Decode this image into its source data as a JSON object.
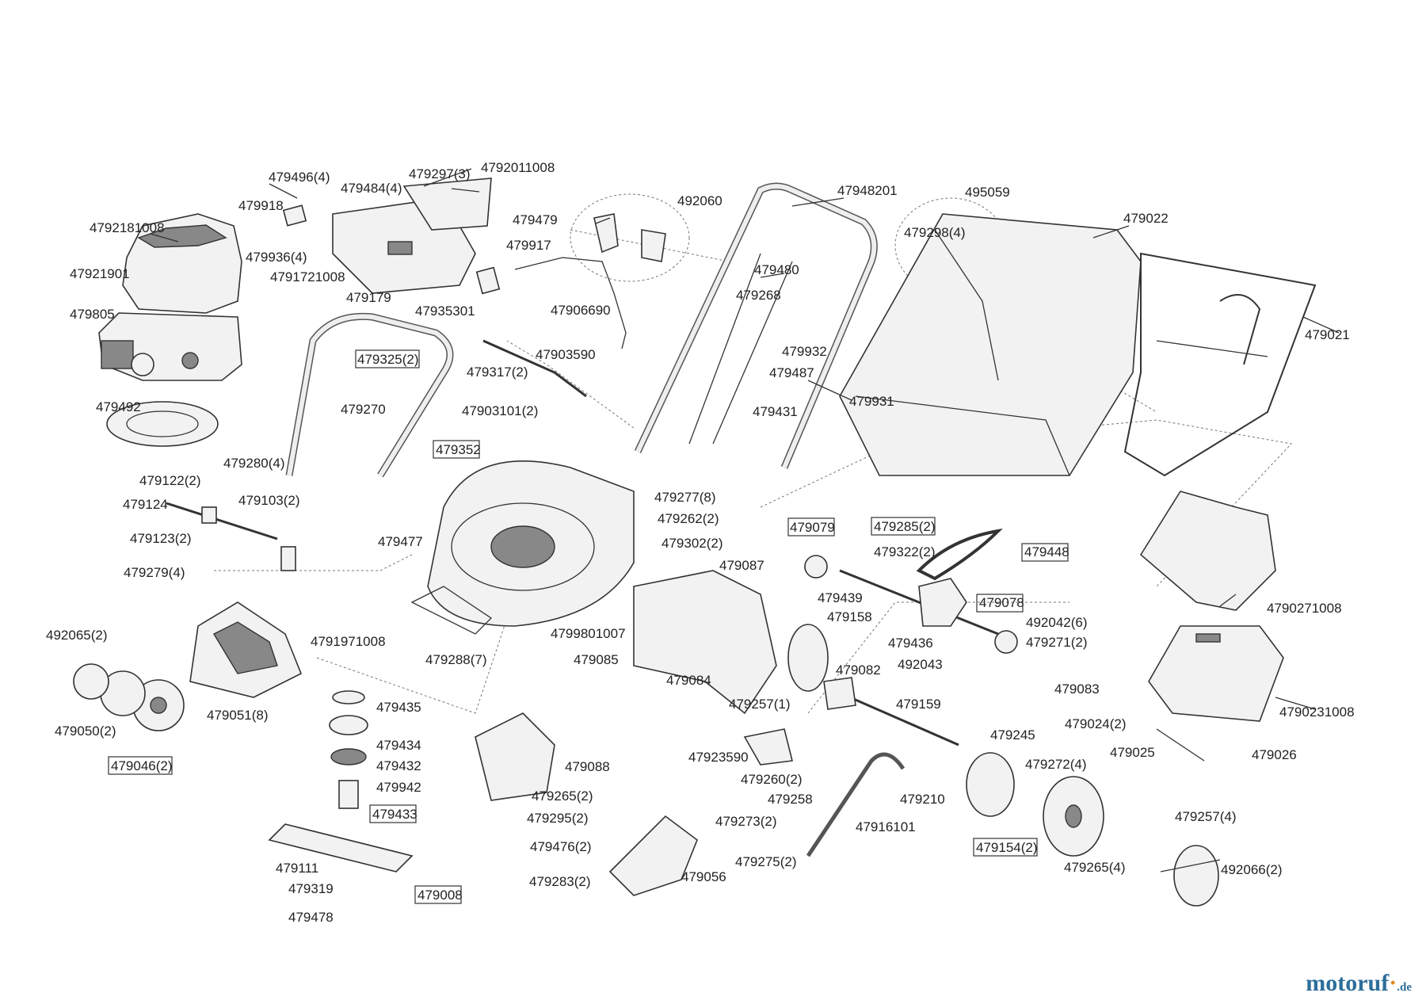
{
  "labels": {
    "p4792181008": "4792181008",
    "p47921901": "47921901",
    "p479805": "479805",
    "p479492": "479492",
    "p479496_4": "479496(4)",
    "p479918": "479918",
    "p479484_4": "479484(4)",
    "p479297_3": "479297(3)",
    "p4792011008": "4792011008",
    "p479936_4": "479936(4)",
    "p4791721008": "4791721008",
    "p479917": "479917",
    "p479479": "479479",
    "p492060": "492060",
    "p47906690": "47906690",
    "p479179": "479179",
    "p47935301": "47935301",
    "p479325_2": "479325(2)",
    "p47903590": "47903590",
    "p479317_2": "479317(2)",
    "p47903101_2": "47903101(2)",
    "p479270": "479270",
    "p479352": "479352",
    "p47948201": "47948201",
    "p479480": "479480",
    "p479268": "479268",
    "p479932": "479932",
    "p479487": "479487",
    "p479431": "479431",
    "p479931": "479931",
    "p495059": "495059",
    "p479298_4": "479298(4)",
    "p479022": "479022",
    "p479021": "479021",
    "p479280_4": "479280(4)",
    "p479122_2": "479122(2)",
    "p479124": "479124",
    "p479103_2": "479103(2)",
    "p479123_2": "479123(2)",
    "p479279_4": "479279(4)",
    "p479277_8": "479277(8)",
    "p479262_2": "479262(2)",
    "p479302_2": "479302(2)",
    "p479477": "479477",
    "p479087": "479087",
    "p479079": "479079",
    "p479285_2": "479285(2)",
    "p479322_2": "479322(2)",
    "p479448": "479448",
    "p4790271008": "4790271008",
    "p479439": "479439",
    "p479078": "479078",
    "p492042_6": "492042(6)",
    "p479271_2": "479271(2)",
    "p479158": "479158",
    "p479436": "479436",
    "p492043": "492043",
    "p479083": "479083",
    "p4799801007": "4799801007",
    "p4791971008": "4791971008",
    "p479288_7": "479288(7)",
    "p479085": "479085",
    "p479084": "479084",
    "p479082": "479082",
    "p479257_1": "479257(1)",
    "p479159": "479159",
    "p4790231008": "4790231008",
    "p492065_2": "492065(2)",
    "p479435": "479435",
    "p479051_8": "479051(8)",
    "p479050_2": "479050(2)",
    "p479046_2": "479046(2)",
    "p479434": "479434",
    "p479432": "479432",
    "p479942": "479942",
    "p479433": "479433",
    "p479088": "479088",
    "p47923590": "47923590",
    "p479260_2": "479260(2)",
    "p479258": "479258",
    "p479245": "479245",
    "p479272_4": "479272(4)",
    "p479024_2": "479024(2)",
    "p479025": "479025",
    "p479026": "479026",
    "p479210": "479210",
    "p479265_2": "479265(2)",
    "p479295_2": "479295(2)",
    "p479476_2": "479476(2)",
    "p479283_2": "479283(2)",
    "p479273_2": "479273(2)",
    "p479275_2": "479275(2)",
    "p47916101": "47916101",
    "p479154_2": "479154(2)",
    "p479257_4": "479257(4)",
    "p479265_4": "479265(4)",
    "p492066_2": "492066(2)",
    "p479111": "479111",
    "p479319": "479319",
    "p479478": "479478",
    "p479008": "479008",
    "p479056": "479056"
  },
  "watermark": {
    "main": "motoruf",
    "dot": "·",
    "tld": ".de"
  }
}
